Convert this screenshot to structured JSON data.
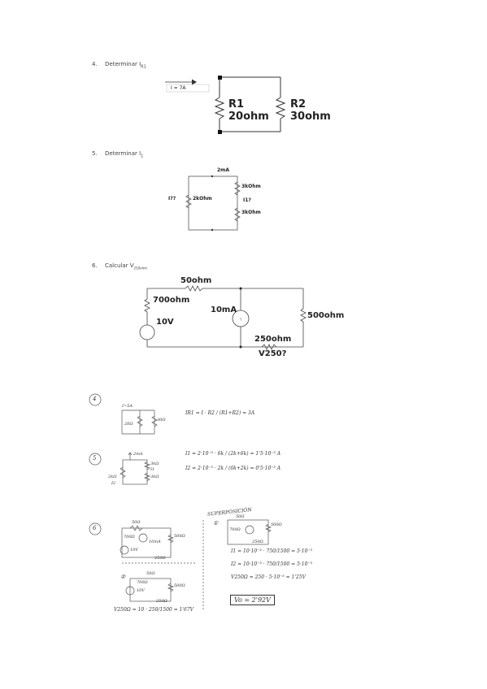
{
  "problems": [
    {
      "number": "4.",
      "title": "Determinar I",
      "subscript": "R1",
      "labels": {
        "current": "I = 7A",
        "r1_name": "R1",
        "r1_value": "20ohm",
        "r2_name": "R2",
        "r2_value": "30ohm"
      }
    },
    {
      "number": "5.",
      "title": "Determinar I",
      "subscript": "1",
      "labels": {
        "source": "2mA",
        "unknown_left": "I??",
        "r_left": "2kOhm",
        "r_top": "3kOhm",
        "unknown_mid": "I1?",
        "r_bottom": "3kOhm"
      }
    },
    {
      "number": "6.",
      "title": "Calcular V",
      "subscript": "250ohm",
      "labels": {
        "r_top": "50ohm",
        "r_left": "700ohm",
        "source_v": "10V",
        "source_i": "10mA",
        "r_right": "500ohm",
        "r_bottom": "250ohm",
        "unknown": "V250?"
      }
    }
  ],
  "handwritten": {
    "q4": {
      "circle": "4",
      "diagram": {
        "current": "I=5A",
        "r_left": "20Ω",
        "r_right": "30Ω"
      },
      "equation": "IR1 = I · R2 / (R1+R2) = 3A"
    },
    "q5": {
      "circle": "5",
      "diagram": {
        "source": "2mA",
        "r_a": "3kΩ",
        "r_b": "3kΩ",
        "r_c": "2kΩ",
        "i_mid": "I1",
        "i_left": "I2"
      },
      "eq1": "I1 = 2·10⁻³ · 6k / (2k+6k) = 1'5·10⁻³ A",
      "eq2": "I2 = 2·10⁻³ · 2k / (6k+2k) = 0'5·10⁻³ A"
    },
    "q6": {
      "circle": "6",
      "diagram": {
        "r_top": "50Ω",
        "r_left": "700Ω",
        "source_v": "10V",
        "source_i": "10mA",
        "r_right": "500Ω",
        "r_bottom": "250Ω"
      },
      "superposition": "SUPERPOSICIÓN",
      "case1": "①",
      "case1_labels": {
        "r_top": "50Ω",
        "r_left": "700Ω",
        "r_right": "500Ω",
        "r_bottom": "250Ω"
      },
      "eq1": "I1 = 10·10⁻³ · 750/1500 = 5·10⁻³",
      "eq2": "I2 = 10·10⁻³ · 750/1500 = 5·10⁻³",
      "eq3": "V250Ω = 250 · 5·10⁻³ = 1'25V",
      "case2": "②",
      "case2_labels": {
        "r_top": "50Ω",
        "r_left": "700Ω",
        "source_v": "10V",
        "r_right": "500Ω",
        "r_bottom": "250Ω"
      },
      "eq4": "V250Ω = 10 · 250/1500 = 1'67V",
      "result": "Vo = 2'92V"
    }
  }
}
